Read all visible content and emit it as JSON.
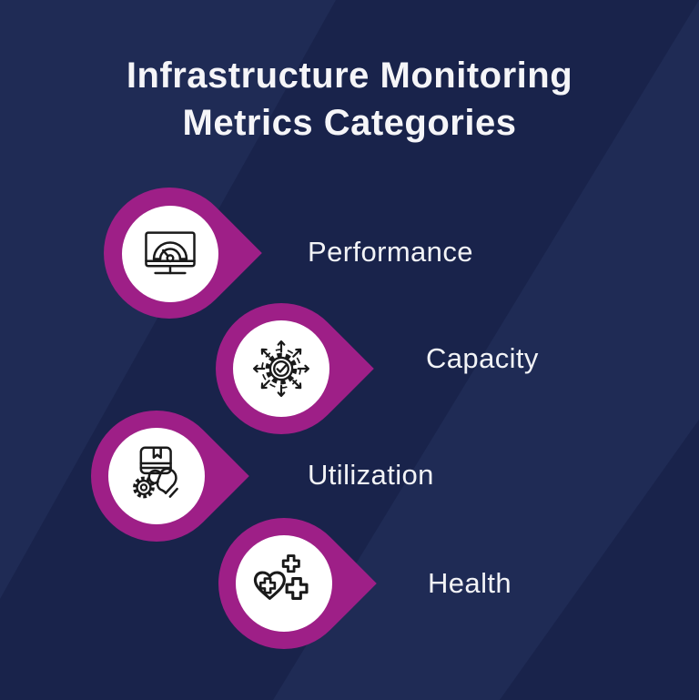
{
  "title": {
    "line1": "Infrastructure Monitoring",
    "line2": "Metrics Categories"
  },
  "categories": [
    {
      "label": "Performance",
      "icon": "monitor-gauge-icon"
    },
    {
      "label": "Capacity",
      "icon": "gear-expand-arrows-icon"
    },
    {
      "label": "Utilization",
      "icon": "hand-package-gear-icon"
    },
    {
      "label": "Health",
      "icon": "heart-medical-crosses-icon"
    }
  ],
  "colors": {
    "background": "#1F2B55",
    "background_dark_band": "#19234B",
    "marker_magenta": "#9E1F87",
    "marker_inner": "#FFFFFF",
    "icon_stroke": "#1A1A1A",
    "text": "#F4F5F7"
  }
}
